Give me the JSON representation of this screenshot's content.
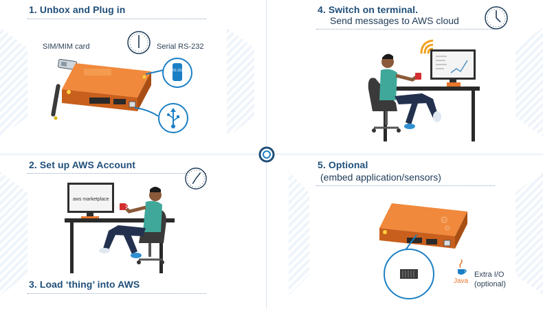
{
  "steps": {
    "step1": {
      "title": "1. Unbox and Plug in",
      "sim_label": "SIM/MIM card",
      "serial_label": "Serial RS-232",
      "port_badge": "RS-232"
    },
    "step2": {
      "title": "2. Set up AWS Account",
      "screen_text": "aws marketplace"
    },
    "step3": {
      "title": "3. Load ‘thing’ into AWS"
    },
    "step4": {
      "title": "4. Switch on terminal.",
      "subtitle": "Send messages to AWS cloud"
    },
    "step5": {
      "title": "5. Optional",
      "subtitle": "(embed application/sensors)",
      "java_label": "Java",
      "extra_io_label": "Extra I/O",
      "extra_io_sub": "(optional)"
    }
  },
  "colors": {
    "title": "#1f4e79",
    "device_orange": "#e8772e",
    "accent_blue": "#1b7fc4",
    "wifi_orange": "#f0a020"
  },
  "icons": [
    "clock-icon",
    "usb-icon",
    "serial-port-icon",
    "wifi-icon",
    "gear-icon",
    "java-icon",
    "cup-icon",
    "center-ring-icon"
  ]
}
